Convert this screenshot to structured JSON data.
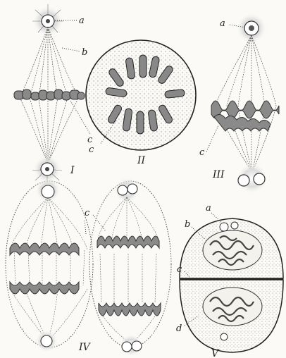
{
  "figure_labels": {
    "I": "I",
    "II": "II",
    "III": "III",
    "IV": "IV",
    "V": "V"
  },
  "part_labels": {
    "fig1_a": "a",
    "fig1_b": "b",
    "fig1_c": "c",
    "fig2_c": "c",
    "fig3_a": "a",
    "fig3_c": "c",
    "fig4_c": "c",
    "fig5_a": "a",
    "fig5_b": "b",
    "fig5_c": "c",
    "fig5_d": "d"
  },
  "colors": {
    "ink": "#2a2a2a",
    "paper": "#fbfaf6",
    "shade": "#6a6a6a"
  }
}
